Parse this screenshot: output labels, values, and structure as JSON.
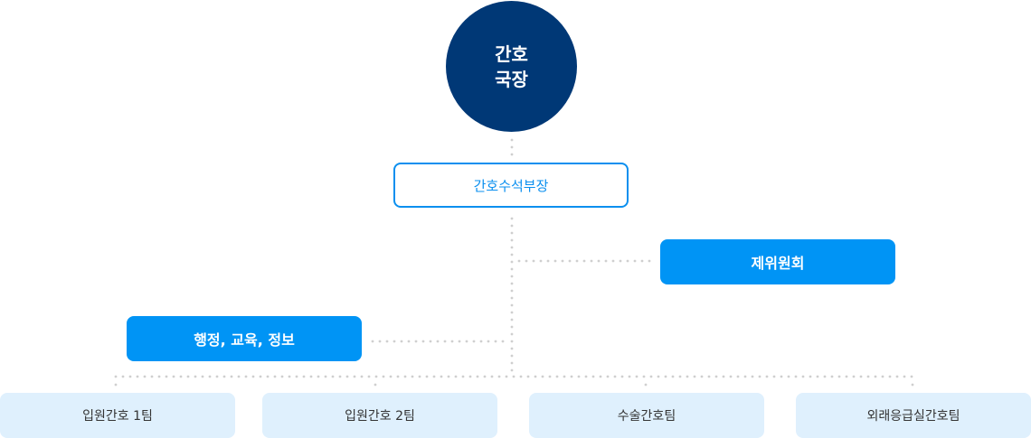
{
  "chart": {
    "head": {
      "line1": "간호",
      "line2": "국장"
    },
    "deputy": {
      "label": "간호수석부장"
    },
    "committee": {
      "label": "제위원회"
    },
    "admin": {
      "label": "행정, 교육, 정보"
    },
    "teams": [
      {
        "label": "입원간호 1팀"
      },
      {
        "label": "입원간호 2팀"
      },
      {
        "label": "수술간호팀"
      },
      {
        "label": "외래응급실간호팀"
      }
    ]
  },
  "colors": {
    "head_bg": "#003876",
    "deputy_border": "#0a8fef",
    "primary_bg": "#0094f5",
    "team_bg": "#dff0fd",
    "connector": "#cfcfcf"
  }
}
